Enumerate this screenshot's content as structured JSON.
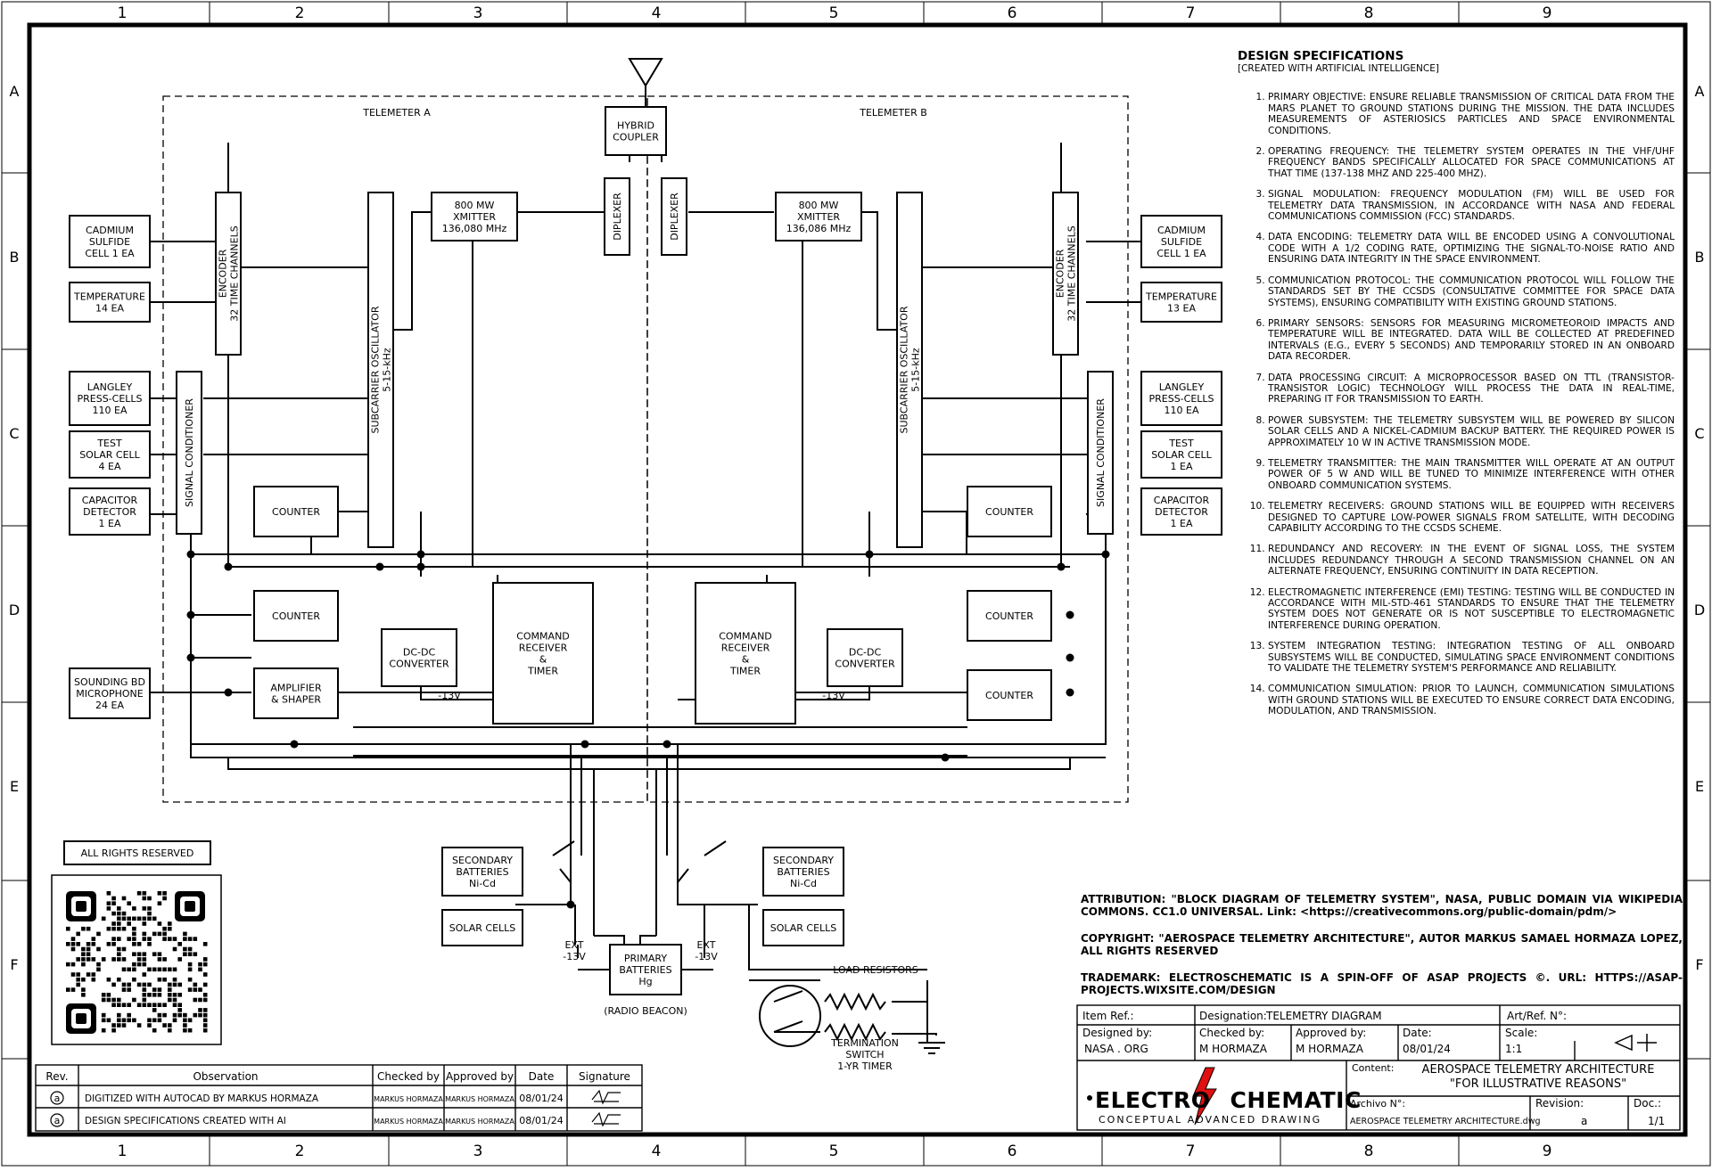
{
  "ruler": {
    "cols": [
      "1",
      "2",
      "3",
      "4",
      "5",
      "6",
      "7",
      "8",
      "9"
    ],
    "rows": [
      "A",
      "B",
      "C",
      "D",
      "E",
      "F"
    ]
  },
  "diagram": {
    "telemeter_a": "TELEMETER A",
    "telemeter_b": "TELEMETER B",
    "hybrid_coupler": [
      "HYBRID",
      "COUPLER"
    ],
    "diplexer": "DIPLEXER",
    "xmitter_a": [
      "800 MW",
      "XMITTER",
      "136,080 MHz"
    ],
    "xmitter_b": [
      "800 MW",
      "XMITTER",
      "136,086 MHz"
    ],
    "encoder": [
      "ENCODER",
      "32 TIME CHANNELS"
    ],
    "subcarrier": [
      "SUBCARRIER OSCILLATOR",
      "5-15-kHz"
    ],
    "signal_conditioner": "SIGNAL CONDITIONER",
    "counter": "COUNTER",
    "amplifier": [
      "AMPLIFIER",
      "& SHAPER"
    ],
    "command_receiver": [
      "COMMAND",
      "RECEIVER",
      "&",
      "TIMER"
    ],
    "dc_converter": [
      "DC-DC",
      "CONVERTER"
    ],
    "minus13": "-13V",
    "ext13": [
      "EXT",
      "-13V"
    ],
    "secondary_batteries": [
      "SECONDARY",
      "BATTERIES",
      "Ni-Cd"
    ],
    "solar_cells": "SOLAR CELLS",
    "primary_batteries": [
      "PRIMARY",
      "BATTERIES",
      "Hg"
    ],
    "radio_beacon": "(RADIO BEACON)",
    "load_resistors": "LOAD RESISTORS",
    "termination_switch": [
      "TERMINATION",
      "SWITCH",
      "1-YR TIMER"
    ],
    "sensors_a": [
      [
        "CADMIUM",
        "SULFIDE",
        "CELL 1 EA"
      ],
      [
        "TEMPERATURE",
        "14 EA"
      ],
      [
        "LANGLEY",
        "PRESS-CELLS",
        "110 EA"
      ],
      [
        "TEST",
        "SOLAR CELL",
        "4 EA"
      ],
      [
        "CAPACITOR",
        "DETECTOR",
        "1 EA"
      ],
      [
        "SOUNDING BD",
        "MICROPHONE",
        "24 EA"
      ]
    ],
    "sensors_b": [
      [
        "CADMIUM",
        "SULFIDE",
        "CELL 1 EA"
      ],
      [
        "TEMPERATURE",
        "13 EA"
      ],
      [
        "LANGLEY",
        "PRESS-CELLS",
        "110 EA"
      ],
      [
        "TEST",
        "SOLAR CELL",
        "1 EA"
      ],
      [
        "CAPACITOR",
        "DETECTOR",
        "1 EA"
      ]
    ],
    "all_rights": "ALL RIGHTS RESERVED"
  },
  "spec": {
    "title": "DESIGN SPECIFICATIONS",
    "subtitle": "[CREATED WITH ARTIFICIAL INTELLIGENCE]",
    "items": [
      "PRIMARY OBJECTIVE: ENSURE RELIABLE TRANSMISSION OF CRITICAL DATA FROM THE MARS PLANET TO GROUND STATIONS DURING THE MISSION. THE DATA INCLUDES MEASUREMENTS OF ASTERIOSICS PARTICLES AND SPACE ENVIRONMENTAL CONDITIONS.",
      "OPERATING FREQUENCY: THE TELEMETRY SYSTEM OPERATES IN THE VHF/UHF FREQUENCY BANDS SPECIFICALLY ALLOCATED FOR SPACE COMMUNICATIONS AT THAT TIME (137-138 MHZ AND 225-400 MHZ).",
      "SIGNAL MODULATION: FREQUENCY MODULATION (FM) WILL BE USED FOR TELEMETRY DATA TRANSMISSION, IN ACCORDANCE WITH NASA AND FEDERAL COMMUNICATIONS COMMISSION (FCC) STANDARDS.",
      "DATA ENCODING: TELEMETRY DATA WILL BE ENCODED USING A CONVOLUTIONAL CODE WITH A 1/2 CODING RATE, OPTIMIZING THE SIGNAL-TO-NOISE RATIO AND ENSURING DATA INTEGRITY IN THE SPACE ENVIRONMENT.",
      "COMMUNICATION PROTOCOL: THE COMMUNICATION PROTOCOL WILL FOLLOW THE STANDARDS SET BY THE CCSDS (CONSULTATIVE COMMITTEE FOR SPACE DATA SYSTEMS), ENSURING COMPATIBILITY WITH EXISTING GROUND STATIONS.",
      "PRIMARY SENSORS: SENSORS FOR MEASURING MICROMETEOROID IMPACTS AND TEMPERATURE WILL BE INTEGRATED. DATA WILL BE COLLECTED AT PREDEFINED INTERVALS (E.G., EVERY 5 SECONDS) AND TEMPORARILY STORED IN AN ONBOARD DATA RECORDER.",
      "DATA PROCESSING CIRCUIT: A MICROPROCESSOR BASED ON TTL (TRANSISTOR-TRANSISTOR LOGIC) TECHNOLOGY WILL PROCESS THE DATA IN REAL-TIME, PREPARING IT FOR TRANSMISSION TO EARTH.",
      "POWER SUBSYSTEM: THE TELEMETRY SUBSYSTEM WILL BE POWERED BY SILICON SOLAR CELLS AND A NICKEL-CADMIUM BACKUP BATTERY. THE REQUIRED POWER IS APPROXIMATELY 10 W IN ACTIVE TRANSMISSION MODE.",
      "TELEMETRY TRANSMITTER: THE MAIN TRANSMITTER WILL OPERATE AT AN OUTPUT POWER OF 5 W AND WILL BE TUNED TO MINIMIZE INTERFERENCE WITH OTHER ONBOARD COMMUNICATION SYSTEMS.",
      "TELEMETRY RECEIVERS: GROUND STATIONS WILL BE EQUIPPED WITH RECEIVERS DESIGNED TO CAPTURE LOW-POWER SIGNALS FROM SATELLITE, WITH DECODING CAPABILITY ACCORDING TO THE CCSDS SCHEME.",
      "REDUNDANCY AND RECOVERY: IN THE EVENT OF SIGNAL LOSS, THE SYSTEM INCLUDES REDUNDANCY THROUGH A SECOND TRANSMISSION CHANNEL ON AN ALTERNATE FREQUENCY, ENSURING CONTINUITY IN DATA RECEPTION.",
      "ELECTROMAGNETIC INTERFERENCE (EMI) TESTING: TESTING WILL BE CONDUCTED IN ACCORDANCE WITH MIL-STD-461 STANDARDS TO ENSURE THAT THE TELEMETRY SYSTEM DOES NOT GENERATE OR IS NOT SUSCEPTIBLE TO ELECTROMAGNETIC INTERFERENCE DURING OPERATION.",
      "SYSTEM INTEGRATION TESTING: INTEGRATION TESTING OF ALL ONBOARD SUBSYSTEMS WILL BE CONDUCTED, SIMULATING SPACE ENVIRONMENT CONDITIONS TO VALIDATE THE TELEMETRY SYSTEM'S PERFORMANCE AND RELIABILITY.",
      "COMMUNICATION SIMULATION: PRIOR TO LAUNCH, COMMUNICATION SIMULATIONS WITH GROUND STATIONS WILL BE EXECUTED TO ENSURE CORRECT DATA ENCODING, MODULATION, AND TRANSMISSION."
    ]
  },
  "notes": {
    "attribution": "ATTRIBUTION: \"BLOCK DIAGRAM OF TELEMETRY SYSTEM\", NASA, PUBLIC DOMAIN VIA WIKIPEDIA COMMONS. CC1.0 UNIVERSAL. Link: <https://creativecommons.org/public-domain/pdm/>",
    "copyright": "COPYRIGHT: \"AEROSPACE TELEMETRY ARCHITECTURE\", AUTOR MARKUS SAMAEL HORMAZA LOPEZ, ALL RIGHTS RESERVED",
    "trademark": "TRADEMARK: ELECTROSCHEMATIC IS A SPIN-OFF OF ASAP PROJECTS ©. URL: HTTPS://ASAP-PROJECTS.WIXSITE.COM/DESIGN"
  },
  "title_block": {
    "item_ref_label": "Item Ref.:",
    "designation_label": "Designation:",
    "designation": "TELEMETRY DIAGRAM",
    "art_ref_label": "Art/Ref. N°:",
    "designed_label": "Designed by:",
    "designed": "NASA . ORG",
    "checked_label": "Checked by:",
    "checked": "M HORMAZA",
    "approved_label": "Approved by:",
    "approved": "M HORMAZA",
    "date_label": "Date:",
    "date": "08/01/24",
    "scale_label": "Scale:",
    "scale": "1:1",
    "content_label": "Content:",
    "content_1": "AEROSPACE TELEMETRY ARCHITECTURE",
    "content_2": "\"FOR ILLUSTRATIVE REASONS\"",
    "archive_label": "Archivo N°:",
    "archive": "AEROSPACE TELEMETRY ARCHITECTURE.dwg",
    "revision_label": "Revision:",
    "revision": "a",
    "doc_label": "Doc.:",
    "doc": "1/1",
    "brand_a": "ELECTRO",
    "brand_b": "CHEMATIC",
    "brand_tag": "CONCEPTUAL ADVANCED DRAWING",
    "brand_red": "#e01010"
  },
  "revisions": {
    "headers": [
      "Rev.",
      "Observation",
      "Checked by",
      "Approved by",
      "Date",
      "Signature"
    ],
    "rows": [
      [
        "a",
        "DIGITIZED WITH AUTOCAD BY MARKUS HORMAZA",
        "MARKUS HORMAZA",
        "MARKUS HORMAZA",
        "08/01/24"
      ],
      [
        "a",
        "DESIGN SPECIFICATIONS CREATED WITH AI",
        "MARKUS HORMAZA",
        "MARKUS HORMAZA",
        "08/01/24"
      ]
    ]
  }
}
